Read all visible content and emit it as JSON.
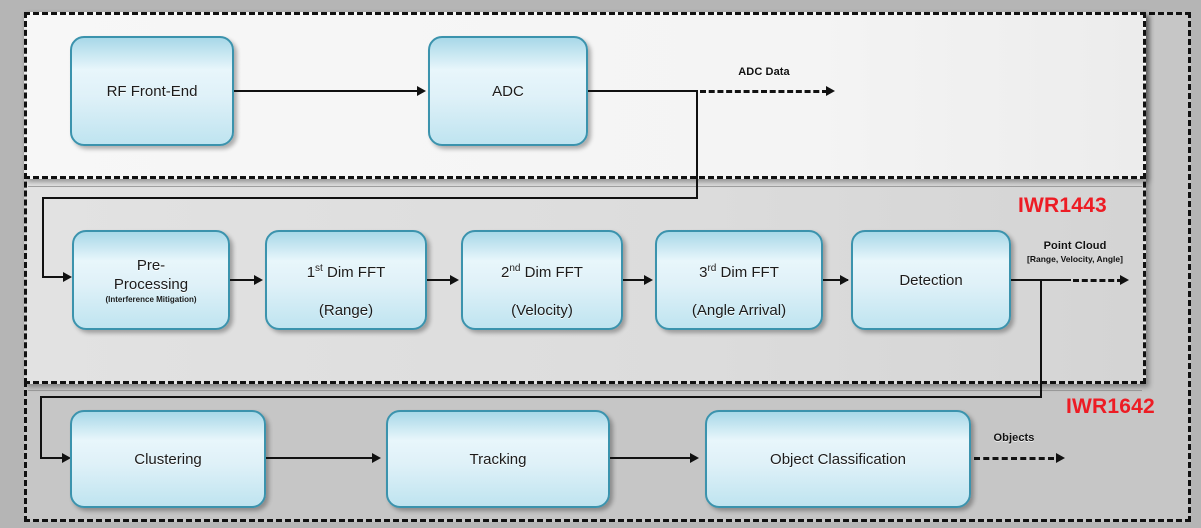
{
  "diagram": {
    "title": "Radar signal processing chain",
    "accent_red": "#ED1C24",
    "block_border": "#3b93ad"
  },
  "chip_regions": [
    {
      "id": "iwr1443",
      "label": "IWR1443"
    },
    {
      "id": "iwr1642",
      "label": "IWR1642"
    }
  ],
  "rows": {
    "rf": {
      "blocks": [
        {
          "name": "rf-front-end",
          "title": "RF Front-End",
          "sub": ""
        },
        {
          "name": "adc",
          "title": "ADC",
          "sub": ""
        }
      ]
    },
    "processing": {
      "blocks": [
        {
          "name": "pre-processing",
          "title": "Pre-\nProcessing",
          "sub": "(Interference Mitigation)"
        },
        {
          "name": "first-dim-fft",
          "title": "1st Dim FFT\n(Range)",
          "sup_ord": "st",
          "sup_base": "1",
          "line2": "(Range)"
        },
        {
          "name": "second-dim-fft",
          "title": "2nd Dim FFT\n(Velocity)",
          "sup_ord": "nd",
          "sup_base": "2",
          "line2": "(Velocity)"
        },
        {
          "name": "third-dim-fft",
          "title": "3rd Dim FFT\n(Angle Arrival)",
          "sup_ord": "rd",
          "sup_base": "3",
          "line2": "(Angle Arrival)"
        },
        {
          "name": "detection",
          "title": "Detection",
          "sub": ""
        }
      ]
    },
    "perception": {
      "blocks": [
        {
          "name": "clustering",
          "title": "Clustering",
          "sub": ""
        },
        {
          "name": "tracking",
          "title": "Tracking",
          "sub": ""
        },
        {
          "name": "object-classification",
          "title": "Object Classification",
          "sub": ""
        }
      ]
    }
  },
  "output_labels": {
    "adc_data": {
      "main": "ADC Data",
      "sub": ""
    },
    "point_cloud": {
      "main": "Point Cloud",
      "sub": "[Range, Velocity, Angle]"
    },
    "objects": {
      "main": "Objects",
      "sub": ""
    }
  }
}
